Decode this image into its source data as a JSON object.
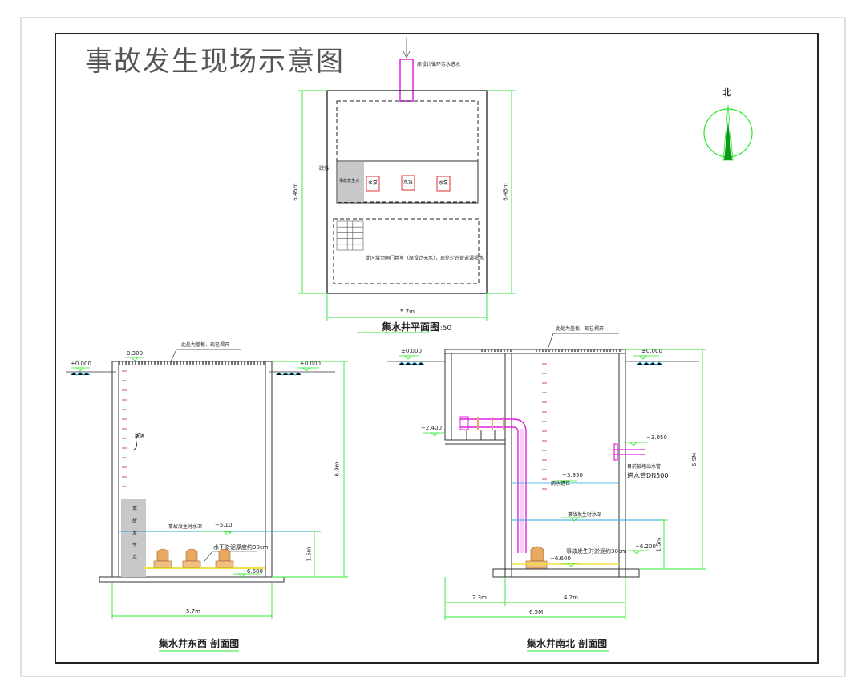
{
  "title": "事故发生现场示意图",
  "north": "北",
  "plan": {
    "caption": "集水井平面图",
    "scale": "1:50",
    "width_dim": "5.7m",
    "height_dim_left": "6.45m",
    "height_dim_right": "6.45m",
    "inlet_note": "原设计循环污水进水",
    "fall_label": "跌落",
    "accident_label": "事故发生点",
    "pumps": [
      "水泵",
      "水泵",
      "水泵"
    ],
    "grid_note": "此区域为闸门井室（原设计无水），现处少许管道漏损水"
  },
  "ew_section": {
    "caption": "集水井东西 剖面图",
    "top_note": "此处为盖板、现已揭开",
    "dim_top": "0.300",
    "level_left": "±0.000",
    "level_right": "±0.000",
    "fall_label": "跌落",
    "accident_chars": [
      "事",
      "故",
      "发",
      "生",
      "点"
    ],
    "water_note": "事故发生时水深",
    "water_level": "−5.10",
    "sludge_note": "水下淤泥厚度约30cm",
    "bottom_level": "−6.600",
    "dim_depth": "6.9m",
    "dim_water": "1.5m",
    "dim_width": "5.7m"
  },
  "ns_section": {
    "caption": "集水井南北 剖面图",
    "top_note": "此处为盖板、现已揭开",
    "level_left": "±0.000",
    "level_right": "±0.000",
    "level_pipe": "−2.400",
    "level_outlet": "−3.050",
    "outlet_note_1": "目前被堵出水管",
    "outlet_note_2": "进水管DN500",
    "level_overflow": "−3.950",
    "overflow_note": "雨水进位",
    "water_note": "事故发生时水深",
    "sludge_note": "事故发生时淤泥约30cm",
    "level_sludge": "−6.200",
    "bottom_level": "−6.600",
    "dim_depth": "6.9M",
    "dim_water": "1.5m",
    "dim_left": "2.3m",
    "dim_mid": "4.2m",
    "dim_total": "6.5M"
  },
  "colors": {
    "dimension": "#2ee82e",
    "pipe": "#e020e0",
    "water": "#22aadd",
    "cover": "#3344cc",
    "accident": "#c8c8c8",
    "pump": "#e8a860"
  }
}
